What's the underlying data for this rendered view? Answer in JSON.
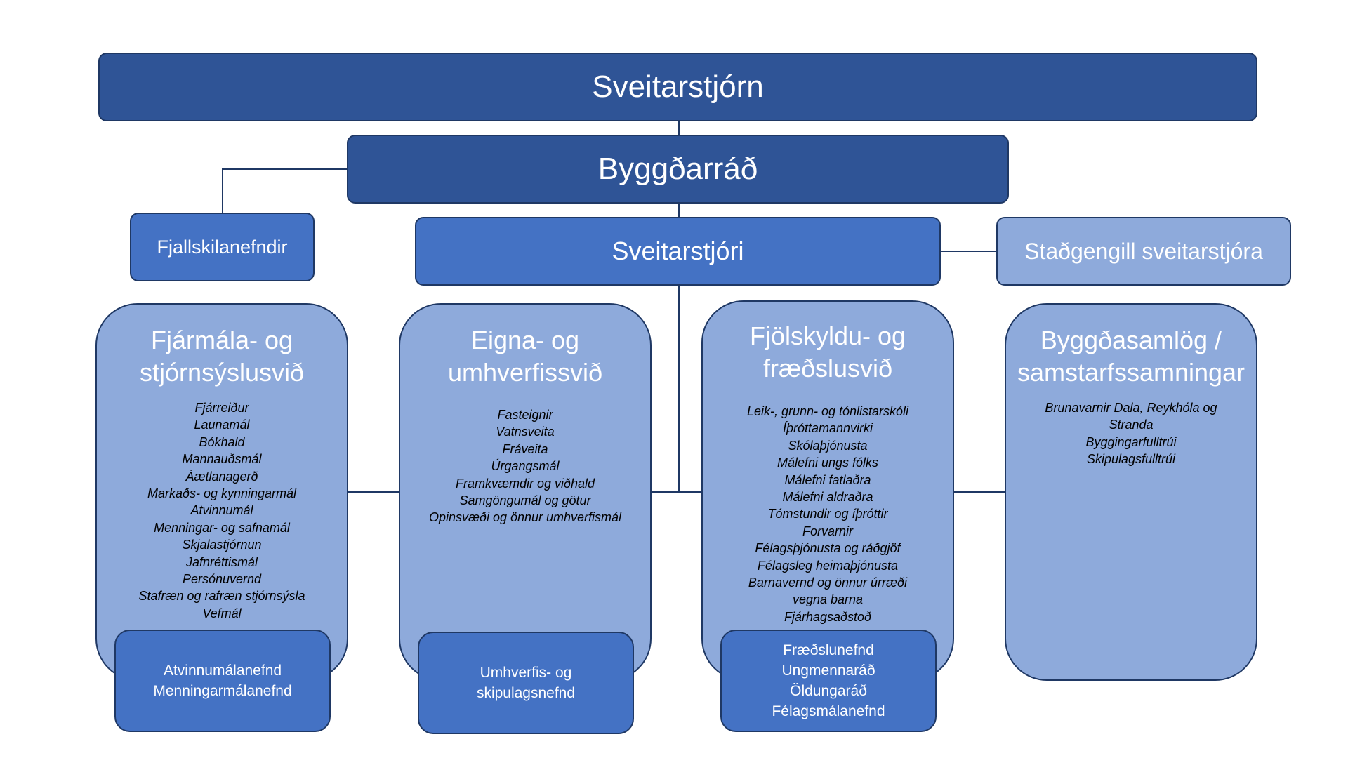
{
  "top": {
    "title": "Sveitarstjórn"
  },
  "council": {
    "title": "Byggðarráð"
  },
  "mountain": {
    "title": "Fjallskilanefndir"
  },
  "mayor": {
    "title": "Sveitarstjóri"
  },
  "deputy": {
    "title": "Staðgengill sveitarstjóra"
  },
  "divisions": [
    {
      "title": "Fjármála- og\nstjórnsýslusvið",
      "items": [
        "Fjárreiður",
        "Launamál",
        "Bókhald",
        "Mannauðsmál",
        "Áætlanagerð",
        "Markaðs- og kynningarmál",
        "Atvinnumál",
        "Menningar- og safnamál",
        "Skjalastjórnun",
        "Jafnréttismál",
        "Persónuvernd",
        "Stafræn og rafræn stjórnsýsla",
        "Vefmál"
      ],
      "committees": [
        "Atvinnumálanefnd",
        "Menningarmálanefnd"
      ]
    },
    {
      "title": "Eigna- og\numhverfissvið",
      "items": [
        "Fasteignir",
        "Vatnsveita",
        "Fráveita",
        "Úrgangsmál",
        "Framkvæmdir og viðhald",
        "Samgöngumál og götur",
        "Opinsvæði og önnur umhverfismál"
      ],
      "committees": [
        "Umhverfis- og",
        "skipulagsnefnd"
      ]
    },
    {
      "title": "Fjölskyldu- og\nfræðslusvið",
      "items": [
        "Leik-, grunn- og tónlistarskóli",
        "Íþróttamannvirki",
        "Skólaþjónusta",
        "Málefni ungs fólks",
        "Málefni fatlaðra",
        "Málefni aldraðra",
        "Tómstundir og íþróttir",
        "Forvarnir",
        "Félagsþjónusta og ráðgjöf",
        "Félagsleg heimaþjónusta",
        "Barnavernd og önnur úrræði vegna barna",
        "Fjárhagsaðstoð"
      ],
      "committees": [
        "Fræðslunefnd",
        "Ungmennaráð",
        "Öldungaráð",
        "Félagsmálanefnd"
      ]
    },
    {
      "title": "Byggðasamlög /\nsamstarfssamningar",
      "items": [
        "Brunavarnir Dala, Reykhóla og Stranda",
        "Byggingarfulltrúi",
        "Skipulagsfulltrúi"
      ],
      "committees": []
    }
  ]
}
